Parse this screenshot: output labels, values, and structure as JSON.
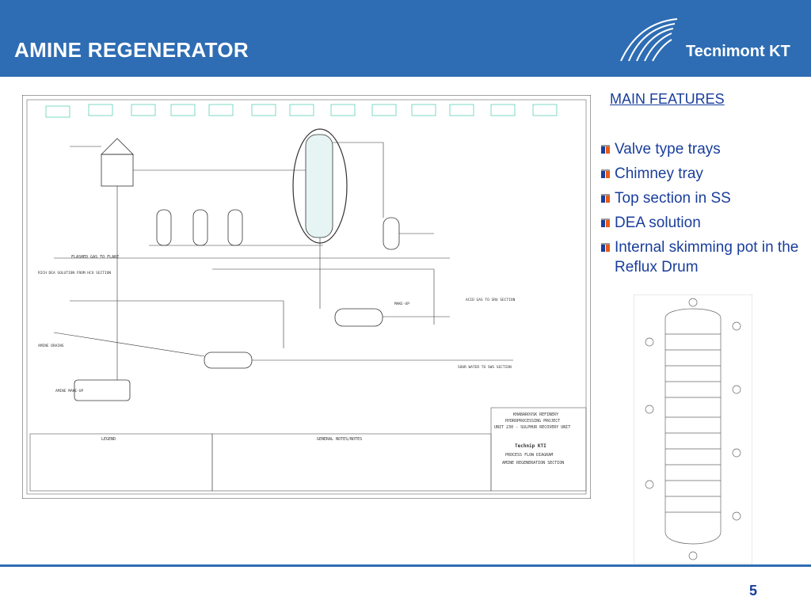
{
  "slide": {
    "title": "AMINE REGENERATOR",
    "page_number": "5",
    "accent_color": "#2e6db4",
    "text_color": "#1a3e9c"
  },
  "logo": {
    "company": "Tecnimont KT",
    "icon": "tecnimont-swoosh-icon"
  },
  "features": {
    "title": "MAIN FEATURES",
    "items": [
      "Valve type trays",
      "Chimney tray",
      "Top section in SS",
      "DEA solution",
      "Internal skimming pot in the Reflux Drum"
    ],
    "bullet_icon": "book-bullet-icon"
  },
  "pfd": {
    "title_block": {
      "client": "KHABAROVSK REFINERY",
      "project": "HYDROPROCESSING PROJECT",
      "unit": "UNIT 230 - SULPHUR RECOVERY UNIT",
      "contractor": "Technip KTI",
      "drawing_type": "PROCESS FLOW DIAGRAM",
      "section": "AMINE REGENERATION SECTION"
    },
    "legend_label": "LEGEND",
    "notes_label": "GENERAL NOTES/NOTES",
    "flare_label": "FLASHED GAS TO FLARE",
    "rich_dea": "RICH DEA SOLUTION FROM HCU SECTION",
    "amine_make_up": "AMINE MAKE-UP",
    "amine_drains": "AMINE DRAINS",
    "acid_gas": "ACID GAS TO SRU SECTION",
    "sour_water": "SOUR WATER TO SWS SECTION",
    "make_up": "MAKE-UP"
  }
}
